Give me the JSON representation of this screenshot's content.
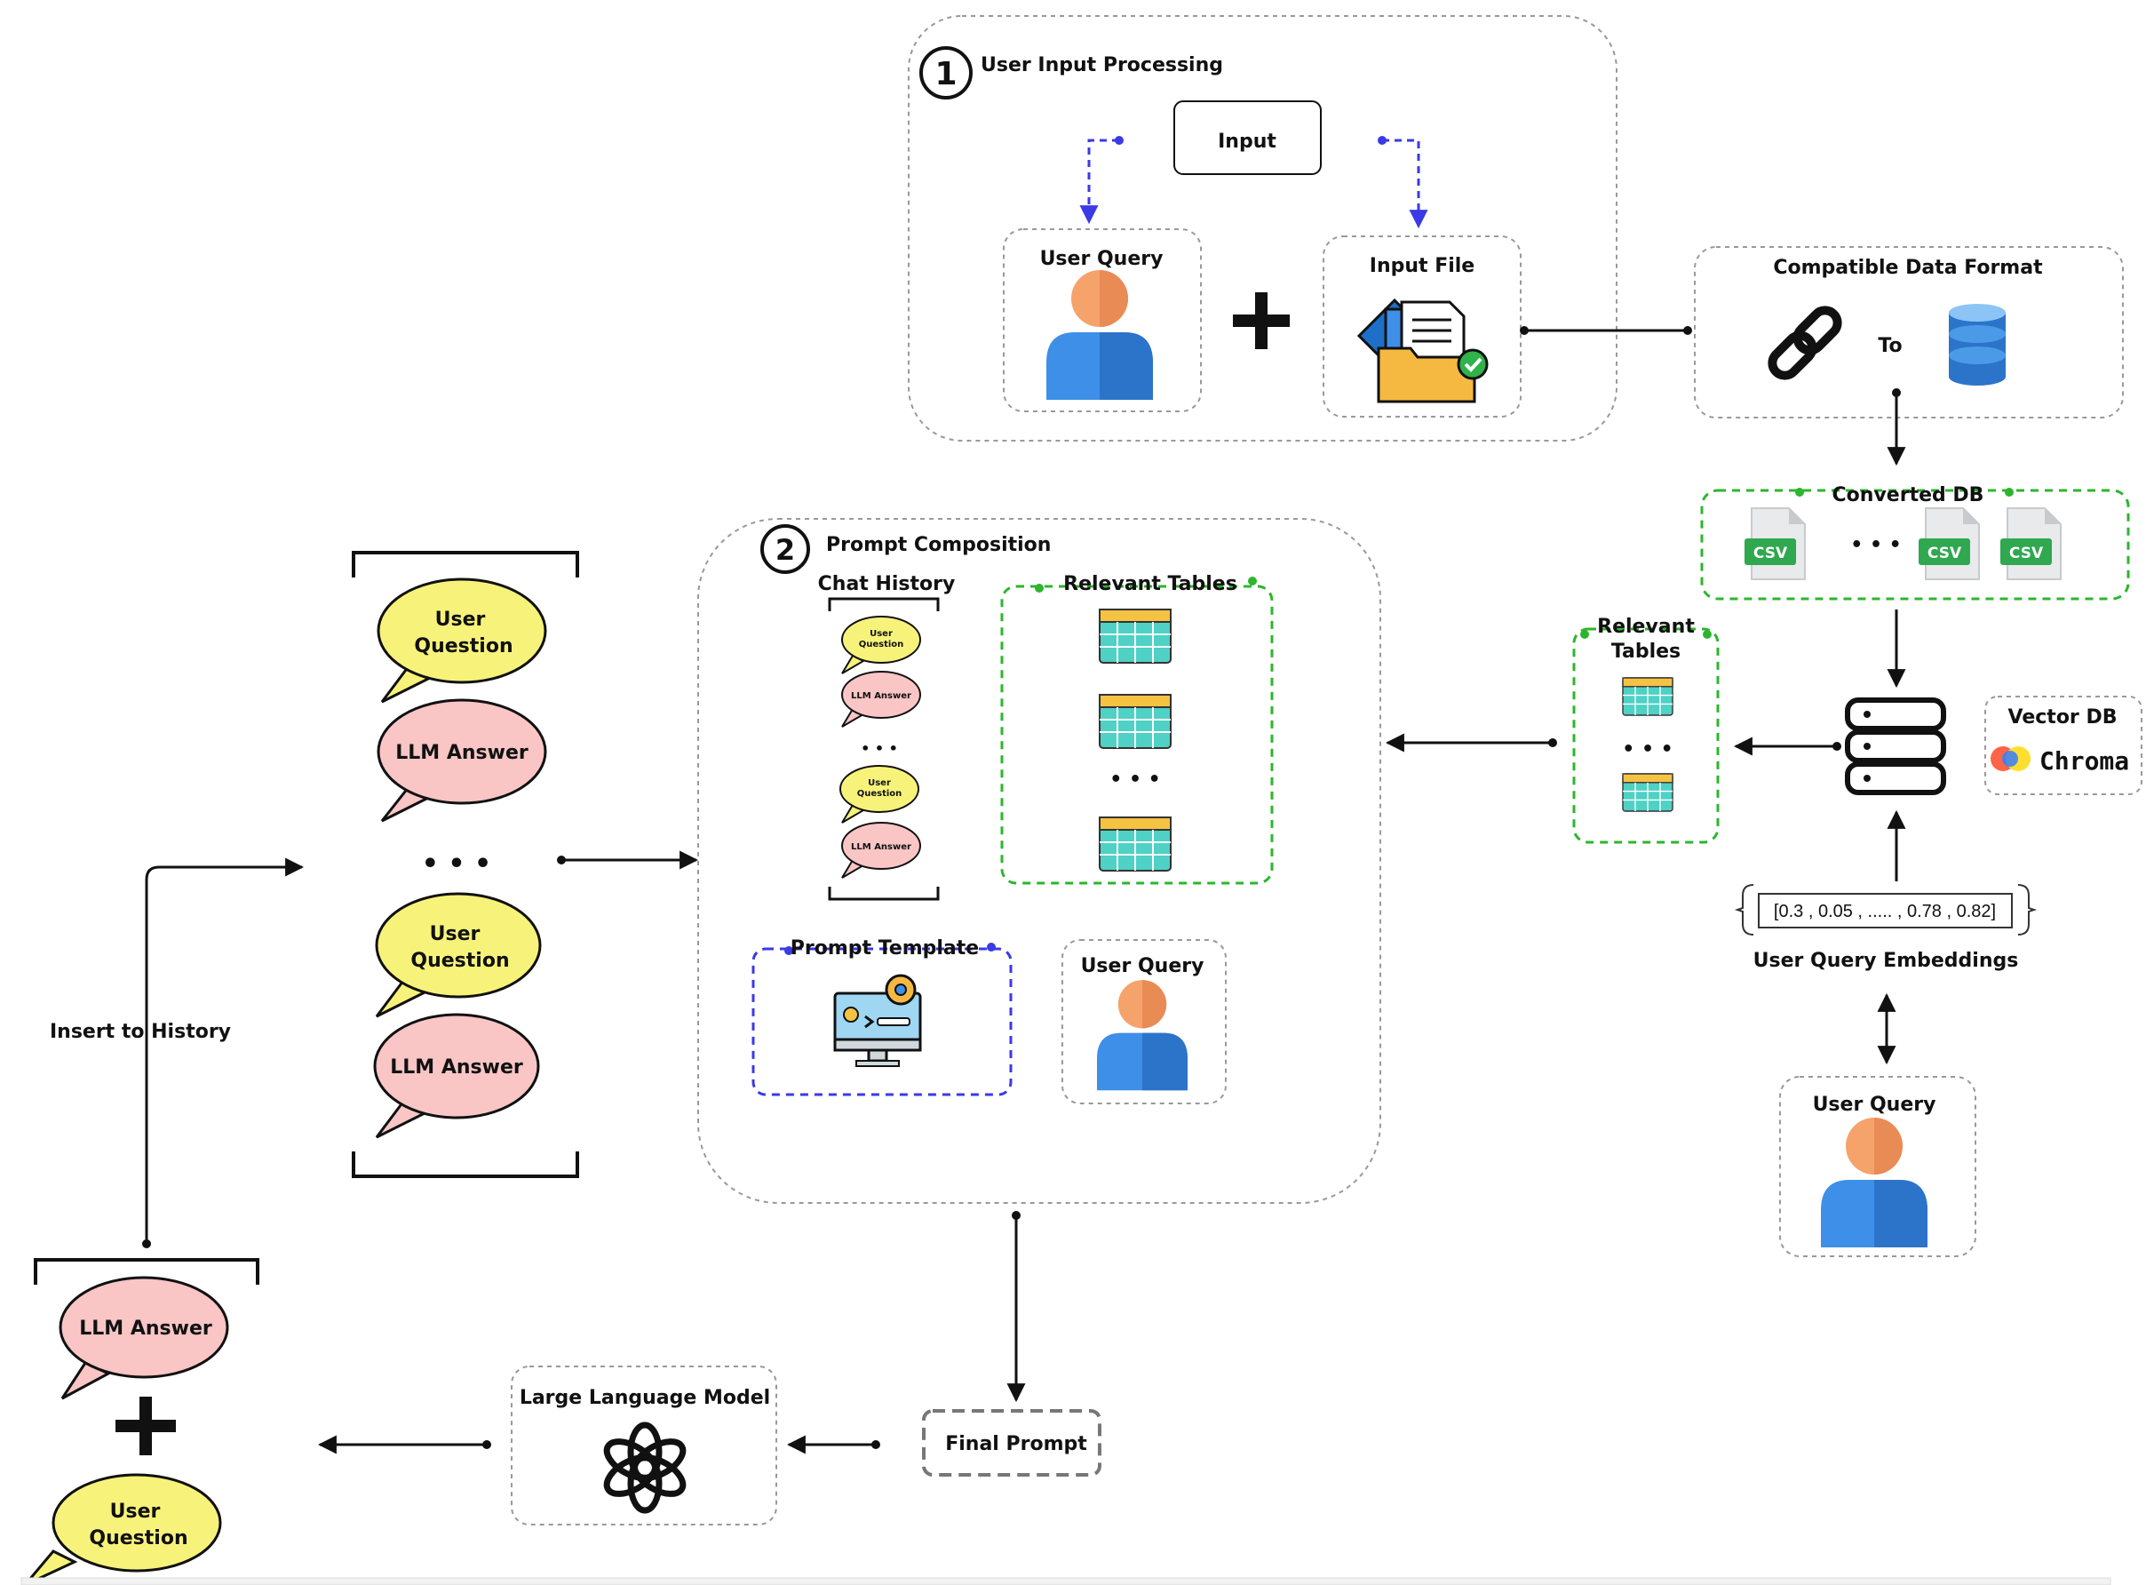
{
  "section1": {
    "number": "1",
    "title": "User Input Processing",
    "input_label": "Input",
    "user_query_label": "User Query",
    "input_file_label": "Input File"
  },
  "compatible": {
    "title": "Compatible Data Format",
    "to_label": "To"
  },
  "converted_db": {
    "title": "Converted DB",
    "csv_label": "CSV",
    "ellipsis": "• • •"
  },
  "vector_db": {
    "title": "Vector DB",
    "brand": "Chroma"
  },
  "relevant_tables_right": {
    "line1": "Relevant",
    "line2": "Tables",
    "ellipsis": "• • •"
  },
  "embeddings": {
    "vector": "[0.3 , 0.05 , ..... , 0.78 , 0.82]",
    "label": "User Query Embeddings"
  },
  "user_query_bottom": {
    "label": "User Query"
  },
  "section2": {
    "number": "2",
    "title": "Prompt Composition",
    "chat_history_label": "Chat History",
    "relevant_tables_label": "Relevant Tables",
    "prompt_template_label": "Prompt Template",
    "user_query_label": "User Query",
    "mini_user_question": [
      "User",
      "Question"
    ],
    "mini_llm_answer": "LLM Answer",
    "ellipsis": "• • •"
  },
  "history_stack": {
    "user_question": [
      "User",
      "Question"
    ],
    "llm_answer": "LLM Answer",
    "ellipsis": "• • •"
  },
  "insert_history": "Insert to History",
  "final_prompt": "Final Prompt",
  "llm_box": {
    "title": "Large Language Model"
  },
  "output": {
    "llm_answer": "LLM Answer",
    "user_question": [
      "User",
      "Question"
    ]
  },
  "colors": {
    "user_question_fill": "#f7f37a",
    "llm_answer_fill": "#f9c5c5",
    "green_dash": "#2db52d",
    "blue_dash": "#3a3ae6",
    "person_head": "#f6a26b",
    "person_body": "#3d8fe8"
  }
}
